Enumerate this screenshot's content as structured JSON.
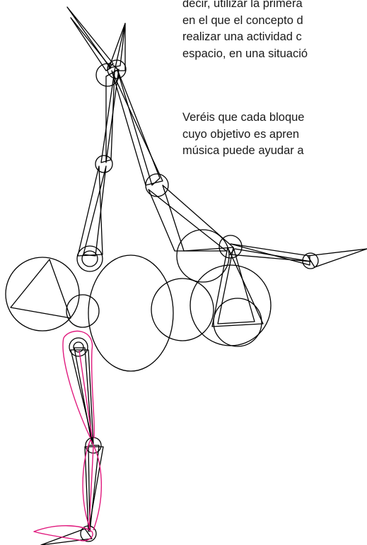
{
  "paragraphs": [
    {
      "lines": [
        "decir, utilizar la primera",
        "en el que el concepto d",
        "realizar una actividad c",
        "espacio, en una situació"
      ]
    },
    {
      "lines": [
        "Veréis que cada bloque",
        "cuyo objetivo es apren",
        "música puede ayudar a"
      ]
    }
  ],
  "colors": {
    "line_art": "#000000",
    "highlight": "#e0197d",
    "text": "#1a1a1a"
  }
}
